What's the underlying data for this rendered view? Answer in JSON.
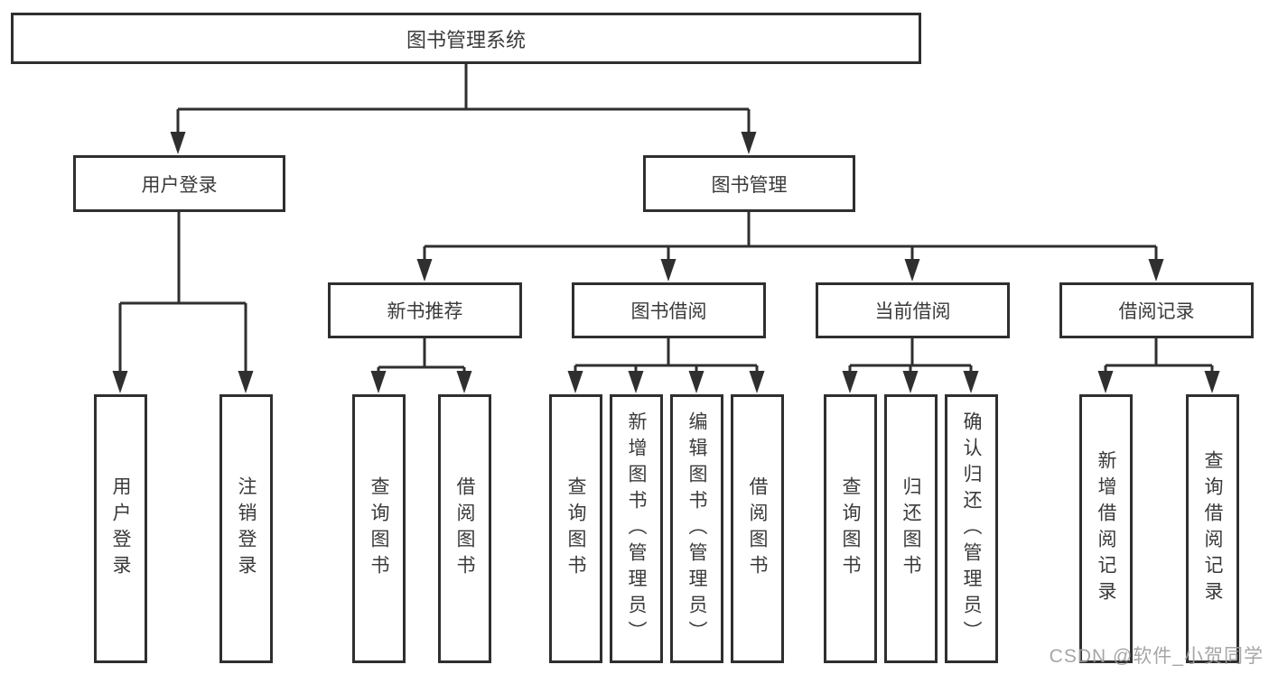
{
  "diagram": {
    "title": "图书管理系统",
    "level2": {
      "user_login": "用户登录",
      "book_management": "图书管理"
    },
    "level3": {
      "new_book_recommendation": "新书推荐",
      "book_borrowing": "图书借阅",
      "current_borrowing": "当前借阅",
      "borrowing_records": "借阅记录"
    },
    "leaves": {
      "user_login": "用户登录",
      "logout": "注销登录",
      "nb_query_books": "查询图书",
      "nb_borrow_books": "借阅图书",
      "bb_query_books": "查询图书",
      "bb_add_books_admin": "新增图书（管理员）",
      "bb_edit_books_admin": "编辑图书（管理员）",
      "bb_borrow_books": "借阅图书",
      "cb_query_books": "查询图书",
      "cb_return_books": "归还图书",
      "cb_confirm_return_admin": "确认归还（管理员）",
      "br_add_record": "新增借阅记录",
      "br_query_record": "查询借阅记录"
    },
    "watermark": "CSDN @软件_小贺同学",
    "colors": {
      "line": "#2f2f2f",
      "text": "#3a3a3a",
      "watermark": "#9e9e9e",
      "background": "#ffffff"
    }
  }
}
